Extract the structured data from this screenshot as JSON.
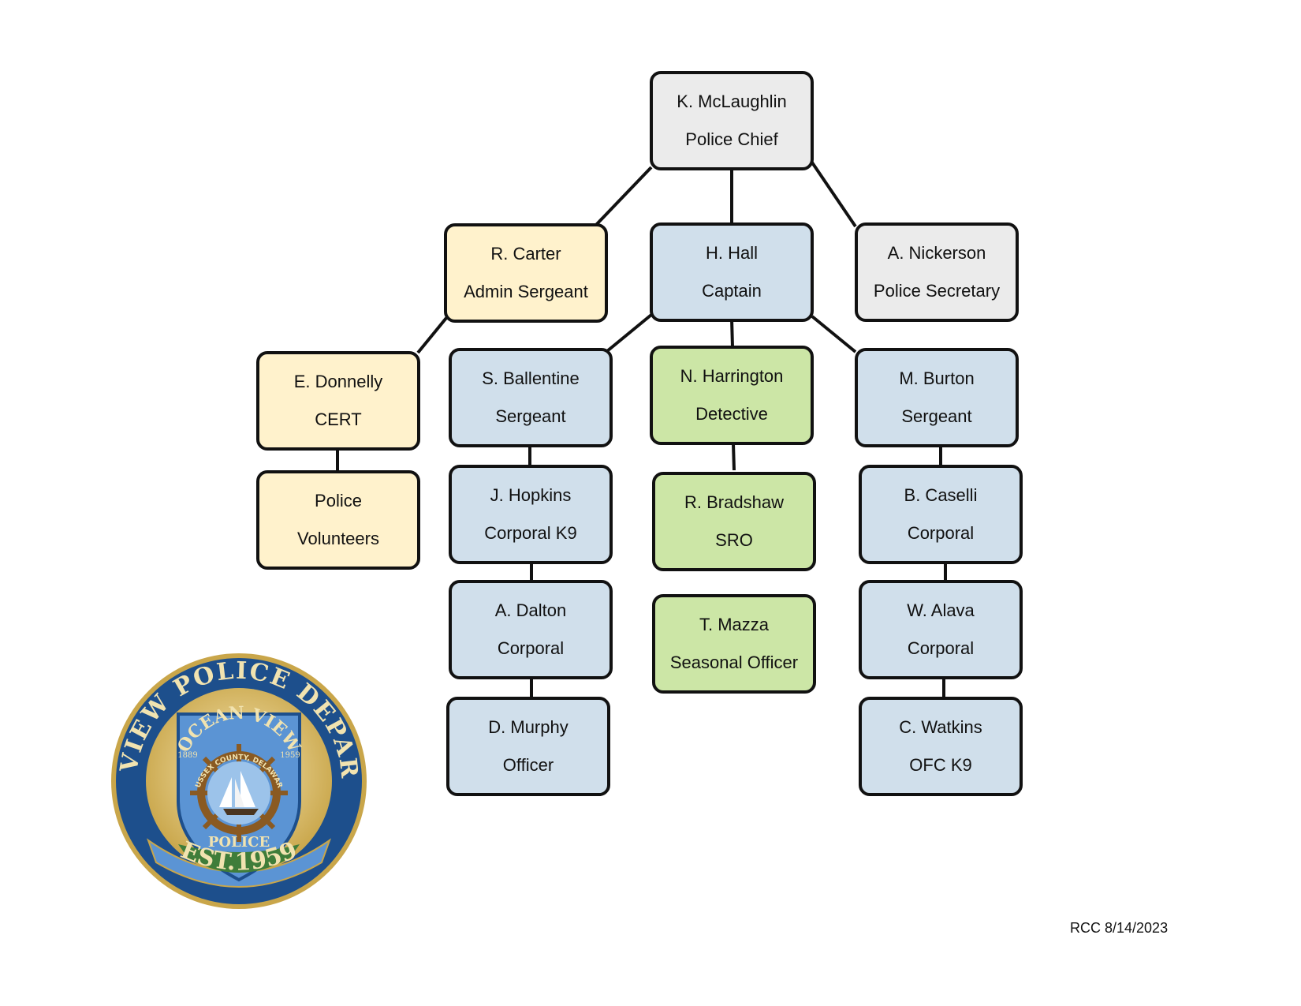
{
  "colors": {
    "gray": "#ebebeb",
    "yellow": "#fff2cc",
    "blue": "#d0dfeb",
    "green": "#cce6a6",
    "border": "#111111",
    "seal_navy": "#1d4f8c",
    "seal_gold": "#c9a64a"
  },
  "nodes": {
    "mclaughlin": {
      "name": "K. McLaughlin",
      "title": "Police Chief"
    },
    "carter": {
      "name": "R. Carter",
      "title": "Admin Sergeant"
    },
    "hall": {
      "name": "H. Hall",
      "title": "Captain"
    },
    "nickerson": {
      "name": "A. Nickerson",
      "title": "Police Secretary"
    },
    "donnelly": {
      "name": "E. Donnelly",
      "title": "CERT"
    },
    "volunteers": {
      "name": "Police",
      "title": "Volunteers"
    },
    "ballentine": {
      "name": "S. Ballentine",
      "title": "Sergeant"
    },
    "hopkins": {
      "name": "J. Hopkins",
      "title": "Corporal K9"
    },
    "dalton": {
      "name": "A. Dalton",
      "title": "Corporal"
    },
    "murphy": {
      "name": "D. Murphy",
      "title": "Officer"
    },
    "harrington": {
      "name": "N. Harrington",
      "title": "Detective"
    },
    "bradshaw": {
      "name": "R. Bradshaw",
      "title": "SRO"
    },
    "mazza": {
      "name": "T. Mazza",
      "title": "Seasonal Officer"
    },
    "burton": {
      "name": "M. Burton",
      "title": "Sergeant"
    },
    "caselli": {
      "name": "B. Caselli",
      "title": "Corporal"
    },
    "alava": {
      "name": "W. Alava",
      "title": "Corporal"
    },
    "watkins": {
      "name": "C. Watkins",
      "title": "OFC K9"
    }
  },
  "seal": {
    "outer_text": "OCEAN VIEW POLICE DEPARTMENT",
    "inner_text": "OCEAN VIEW",
    "county_text": "SUSSEX COUNTY, DELAWARE",
    "shield_label": "POLICE",
    "year_left": "1889",
    "year_right": "1959",
    "est": "EST.1959"
  },
  "footer": {
    "stamp": "RCC 8/14/2023"
  }
}
